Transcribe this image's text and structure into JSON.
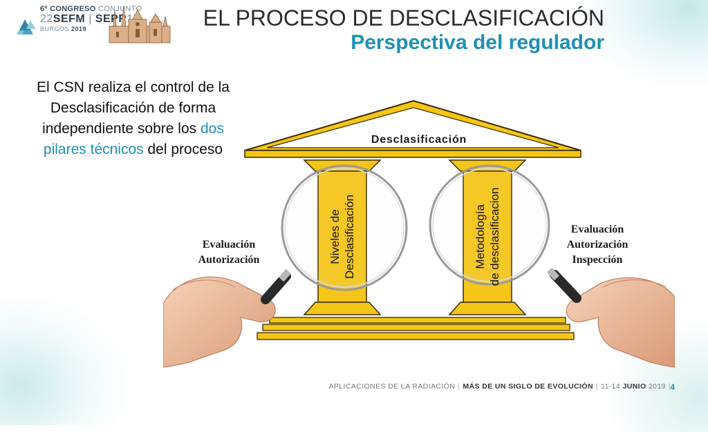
{
  "title": {
    "main": "EL PROCESO DE DESCLASIFICACIÓN",
    "sub": "Perspectiva del regulador"
  },
  "logo": {
    "line1_prefix": "6º CONGRESO",
    "line1_suffix": "CONJUNTO",
    "line2_left": "22",
    "line2_sefm": "SEFM",
    "line2_sepr": "SEPR",
    "line2_right": "17",
    "line3_city": "BURGOS",
    "line3_year": "2019"
  },
  "intro": {
    "part1": "El CSN realiza el control de la Desclasificación de forma independiente sobre los ",
    "highlight1": "dos pilares técnicos",
    "part2": " del proceso"
  },
  "diagram": {
    "roof_label": "Desclasificación",
    "pillar_left": {
      "line1": "Niveles de",
      "line2": "Desclasificación"
    },
    "pillar_right": {
      "line1": "Metodología",
      "line2": "de desclasificacion"
    },
    "eval_left": {
      "line1": "Evaluación",
      "line2": "Autorización"
    },
    "eval_right": {
      "line1": "Evaluación",
      "line2": "Autorización",
      "line3": "Inspección"
    }
  },
  "footer": {
    "left": "APLICACIONES DE LA RADIACIÓN",
    "middle": "MÁS DE UN SIGLO DE EVOLUCIÓN",
    "dates": "11-14",
    "month": "JUNIO",
    "year": "2019"
  },
  "page_number": "4",
  "colors": {
    "accent": "#1f8fb4",
    "temple_fill": "#f5c518",
    "temple_stroke": "#3a2a00"
  }
}
